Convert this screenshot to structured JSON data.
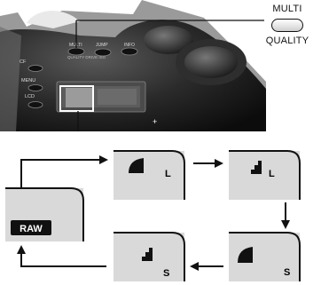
{
  "button": {
    "label_top": "MULTI",
    "label_bottom": "QUALITY"
  },
  "camera": {
    "buttons": [
      "CF",
      "MENU",
      "LCD"
    ],
    "top_buttons": [
      "MULTI",
      "JUMP",
      "INFO"
    ],
    "top_caption": "QUALITY  DRIVE  ISO"
  },
  "panels": [
    {
      "id": "large-fine",
      "icon": "quality-fine-icon",
      "label": "L"
    },
    {
      "id": "large-normal",
      "icon": "quality-normal-icon",
      "label": "L"
    },
    {
      "id": "small-fine",
      "icon": "quality-fine-icon",
      "label": "S"
    },
    {
      "id": "small-normal",
      "icon": "quality-normal-icon",
      "label": "S"
    },
    {
      "id": "raw",
      "icon": "",
      "label": "RAW"
    }
  ],
  "colors": {
    "panel_bg": "#d9d9d9",
    "line": "#111111"
  }
}
